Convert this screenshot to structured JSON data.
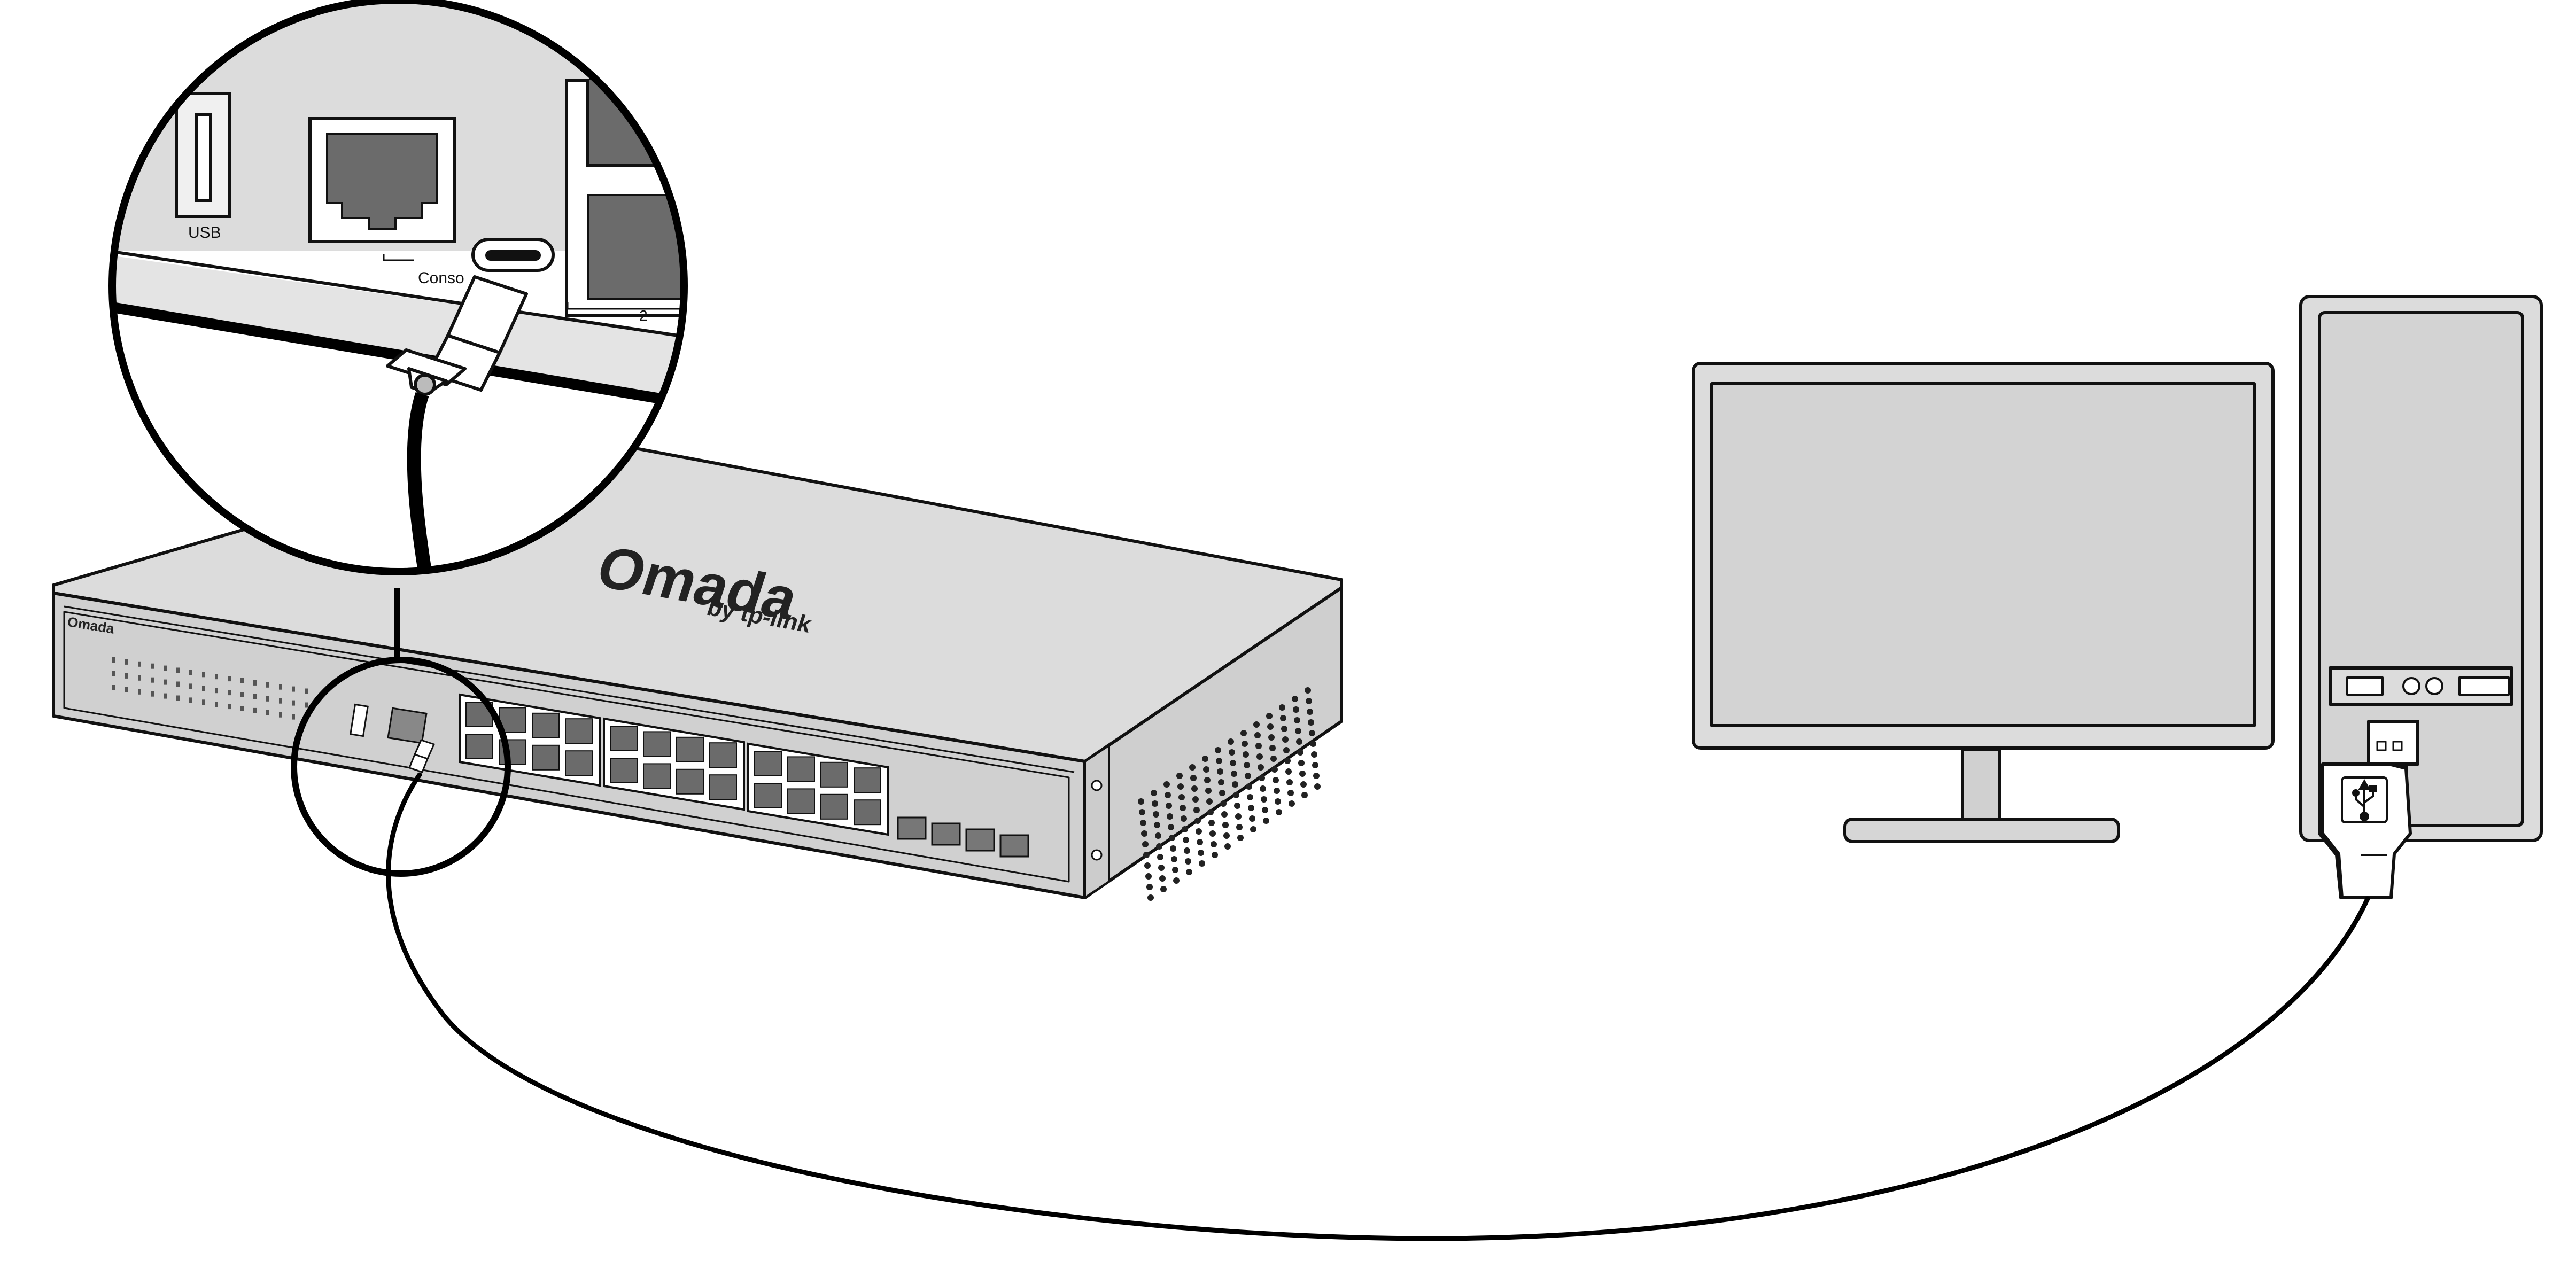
{
  "magnifier": {
    "usb_label": "USB",
    "console_label": "Conso",
    "port_group_label": "2"
  },
  "switch": {
    "brand": "Omada",
    "sub_brand": "by tp-link",
    "front_badge": "Omada"
  },
  "colors": {
    "device_fill": "#d6d6d6",
    "port_fill": "#6b6b6b",
    "outline": "#111111",
    "cable": "#000000"
  }
}
